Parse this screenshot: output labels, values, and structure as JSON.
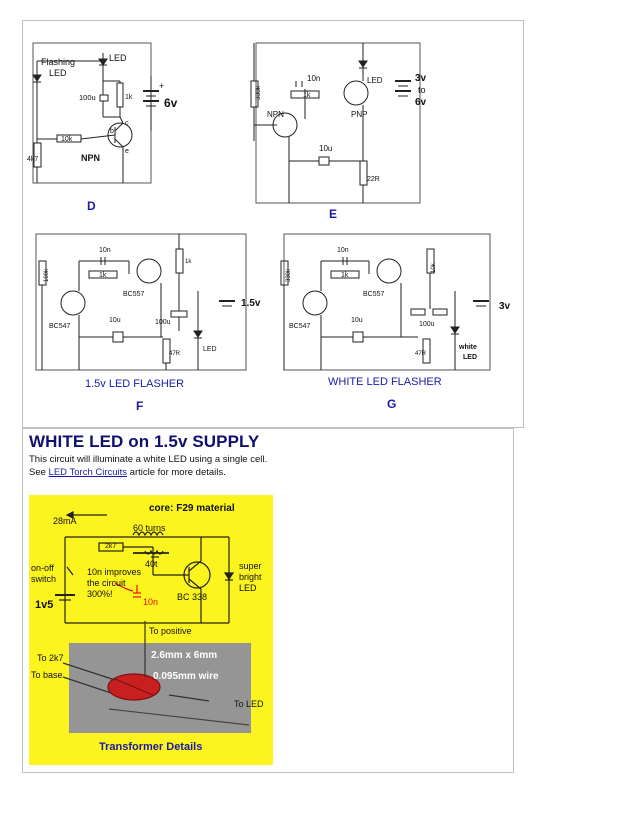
{
  "circuits": {
    "D": {
      "letter": "D",
      "flashing_led": [
        "Flashing",
        "LED"
      ],
      "led": "LED",
      "cap": "100u",
      "r1": "1k",
      "r2": "10k",
      "r3": "4k7",
      "transistor": "NPN",
      "pins": {
        "b": "b",
        "c": "c",
        "e": "e"
      },
      "supply": "6v"
    },
    "E": {
      "letter": "E",
      "r1": "330k",
      "cap1": "10n",
      "r2": "1k",
      "led": "LED",
      "npn": "NPN",
      "pnp": "PNP",
      "cap2": "10u",
      "r3": "22R",
      "supply": [
        "3v",
        "to",
        "6v"
      ]
    },
    "F": {
      "letter": "F",
      "title": "1.5v LED FLASHER",
      "cap1": "10n",
      "r1": "1k",
      "r2": "100k",
      "q1": "BC547",
      "q2": "BC557",
      "r3": "1k",
      "cap2": "10u",
      "cap3": "100u",
      "r4": "47R",
      "led": "LED",
      "supply": "1.5v"
    },
    "G": {
      "letter": "G",
      "title": "WHITE LED FLASHER",
      "cap1": "10n",
      "r1": "1k",
      "r2": "330k",
      "q1": "BC547",
      "q2": "BC557",
      "r3": "10k",
      "cap2": "10u",
      "cap3": "100u",
      "r4": "47R",
      "led": [
        "white",
        "LED"
      ],
      "supply": "3v"
    }
  },
  "section": {
    "heading": "WHITE LED on 1.5v SUPPLY",
    "line1": "This circuit will illuminate a white LED using a single cell.",
    "line2_before": "See ",
    "link": "LED Torch Circuits",
    "line2_after": " article for more details."
  },
  "diagram": {
    "core": "core: F29 material",
    "current": "28mA",
    "turns1": "60 turns",
    "turns2": "40t",
    "resistor": "2k7",
    "switch": [
      "on-off",
      "switch"
    ],
    "note": [
      "10n improves",
      "the circuit",
      "300%!"
    ],
    "cap": "10n",
    "transistor": "BC 338",
    "led": [
      "super",
      "bright",
      "LED"
    ],
    "battery": "1v5",
    "to_positive": "To positive",
    "to_2k7": "To 2k7",
    "to_base": "To base",
    "to_led": "To LED",
    "dims": "2.6mm x 6mm",
    "wire": "0.095mm wire",
    "caption": "Transformer Details"
  },
  "colors": {
    "heading": "#101070",
    "circuit_title": "#1a1aa8",
    "letter": "#1a1aa8",
    "yellow_bg": "#fcf41e",
    "note_red": "#e01010"
  }
}
